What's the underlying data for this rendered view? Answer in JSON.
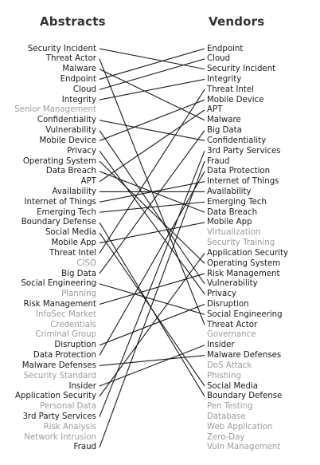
{
  "left_title": "Abstracts",
  "right_title": "Vendors",
  "left_terms": [
    {
      "label": "Security Incident",
      "muted": false
    },
    {
      "label": "Threat Actor",
      "muted": false
    },
    {
      "label": "Malware",
      "muted": false
    },
    {
      "label": "Endpoint",
      "muted": false
    },
    {
      "label": "Cloud",
      "muted": false
    },
    {
      "label": "Integrity",
      "muted": false
    },
    {
      "label": "Senior Management",
      "muted": true
    },
    {
      "label": "Confidentiality",
      "muted": false
    },
    {
      "label": "Vulnerability",
      "muted": false
    },
    {
      "label": "Mobile Device",
      "muted": false
    },
    {
      "label": "Privacy",
      "muted": false
    },
    {
      "label": "Operating System",
      "muted": false
    },
    {
      "label": "Data Breach",
      "muted": false
    },
    {
      "label": "APT",
      "muted": false
    },
    {
      "label": "Availability",
      "muted": false
    },
    {
      "label": "Internet of Things",
      "muted": false
    },
    {
      "label": "Emerging Tech",
      "muted": false
    },
    {
      "label": "Boundary Defense",
      "muted": false
    },
    {
      "label": "Social Media",
      "muted": false
    },
    {
      "label": "Mobile App",
      "muted": false
    },
    {
      "label": "Threat Intel",
      "muted": false
    },
    {
      "label": "CISO",
      "muted": true
    },
    {
      "label": "Big Data",
      "muted": false
    },
    {
      "label": "Social Engineering",
      "muted": false
    },
    {
      "label": "Planning",
      "muted": true
    },
    {
      "label": "Risk Management",
      "muted": false
    },
    {
      "label": "InfoSec Market",
      "muted": true
    },
    {
      "label": "Credentials",
      "muted": true
    },
    {
      "label": "Criminal Group",
      "muted": true
    },
    {
      "label": "Disruption",
      "muted": false
    },
    {
      "label": "Data Protection",
      "muted": false
    },
    {
      "label": "Malware Defenses",
      "muted": false
    },
    {
      "label": "Security Standard",
      "muted": true
    },
    {
      "label": "Insider",
      "muted": false
    },
    {
      "label": "Application Security",
      "muted": false
    },
    {
      "label": "Personal Data",
      "muted": true
    },
    {
      "label": "3rd Party Services",
      "muted": false
    },
    {
      "label": "Risk Analysis",
      "muted": true
    },
    {
      "label": "Network Intrusion",
      "muted": true
    },
    {
      "label": "Fraud",
      "muted": false
    }
  ],
  "right_terms": [
    {
      "label": "Endpoint",
      "muted": false
    },
    {
      "label": "Cloud",
      "muted": false
    },
    {
      "label": "Security Incident",
      "muted": false
    },
    {
      "label": "Integrity",
      "muted": false
    },
    {
      "label": "Threat Intel",
      "muted": false
    },
    {
      "label": "Mobile Device",
      "muted": false
    },
    {
      "label": "APT",
      "muted": false
    },
    {
      "label": "Malware",
      "muted": false
    },
    {
      "label": "Big Data",
      "muted": false
    },
    {
      "label": "Confidentiality",
      "muted": false
    },
    {
      "label": "3rd Party Services",
      "muted": false
    },
    {
      "label": "Fraud",
      "muted": false
    },
    {
      "label": "Data Protection",
      "muted": false
    },
    {
      "label": "Internet of Things",
      "muted": false
    },
    {
      "label": "Availability",
      "muted": false
    },
    {
      "label": "Emerging Tech",
      "muted": false
    },
    {
      "label": "Data Breach",
      "muted": false
    },
    {
      "label": "Mobile App",
      "muted": false
    },
    {
      "label": "Virtualization",
      "muted": true
    },
    {
      "label": "Security Training",
      "muted": true
    },
    {
      "label": "Application Security",
      "muted": false
    },
    {
      "label": "Operating System",
      "muted": false
    },
    {
      "label": "Risk Management",
      "muted": false
    },
    {
      "label": "Vulnerability",
      "muted": false
    },
    {
      "label": "Privacy",
      "muted": false
    },
    {
      "label": "Disruption",
      "muted": false
    },
    {
      "label": "Social Engineering",
      "muted": false
    },
    {
      "label": "Threat Actor",
      "muted": false
    },
    {
      "label": "Governance",
      "muted": true
    },
    {
      "label": "Insider",
      "muted": false
    },
    {
      "label": "Malware Defenses",
      "muted": false
    },
    {
      "label": "DoS Attack",
      "muted": true
    },
    {
      "label": "Phishing",
      "muted": true
    },
    {
      "label": "Social Media",
      "muted": false
    },
    {
      "label": "Boundary Defense",
      "muted": false
    },
    {
      "label": "Pen Testing",
      "muted": true
    },
    {
      "label": "Database",
      "muted": true
    },
    {
      "label": "Web Application",
      "muted": true
    },
    {
      "label": "Zero-Day",
      "muted": true
    },
    {
      "label": "Vuln Management",
      "muted": true
    }
  ],
  "colors": {
    "text": "#1a1a1a",
    "muted": "#9c9c9c",
    "heading": "#333333",
    "line": "#1a1a1a"
  }
}
